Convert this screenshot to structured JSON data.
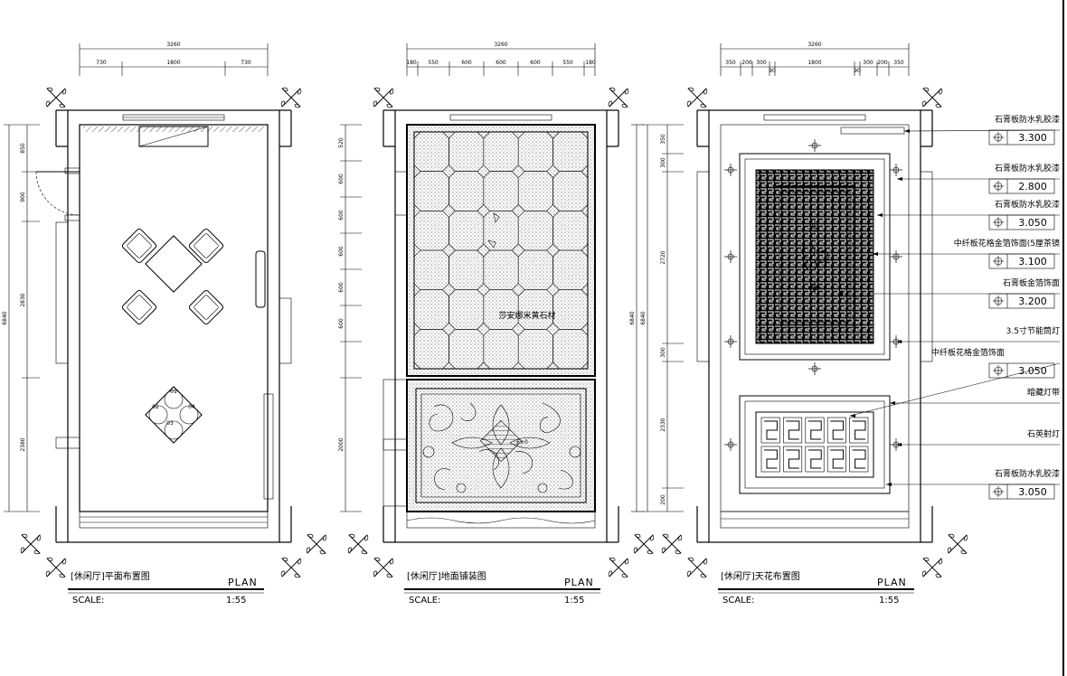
{
  "drawings": [
    {
      "title": "[休闲厅]平面布置图",
      "plan_label": "PLAN",
      "scale_label": "SCALE:",
      "scale_value": "1:55",
      "top_overall_dim": "3260",
      "top_sub_dims": [
        "730",
        "1800",
        "730"
      ],
      "left_dims": [
        "850",
        "900",
        "2830",
        "2380"
      ],
      "left_overall_dim": "6840",
      "table_numbers": [
        "01",
        "02",
        "03",
        "04"
      ]
    },
    {
      "title": "[休闲厅]地面铺装图",
      "plan_label": "PLAN",
      "scale_label": "SCALE:",
      "scale_value": "1:55",
      "top_overall_dim": "3260",
      "top_sub_dims": [
        "180",
        "550",
        "600",
        "600",
        "600",
        "550",
        "180"
      ],
      "left_dims": [
        "520",
        "600",
        "600",
        "600",
        "600",
        "600",
        "2000"
      ],
      "right_overall_dim": "6840",
      "floor_label": "莎安娜米黄石材",
      "medallion_label": "±±0"
    },
    {
      "title": "[休闲厅]天花布置图",
      "plan_label": "PLAN",
      "scale_label": "SCALE:",
      "scale_value": "1:55",
      "top_overall_dim": "3260",
      "top_sub_dims": [
        "350",
        "200",
        "300",
        "90",
        "1800",
        "90",
        "300",
        "200",
        "350"
      ],
      "left_dims": [
        "350",
        "300",
        "2720",
        "300",
        "2330",
        "200"
      ],
      "left_overall_dim": "6840"
    }
  ],
  "ceiling_notes": [
    {
      "text": "石膏板防水乳胶漆",
      "elevation": "3.300"
    },
    {
      "text": "石膏板防水乳胶漆",
      "elevation": "2.800"
    },
    {
      "text": "石膏板防水乳胶漆",
      "elevation": "3.050"
    },
    {
      "text": "中纤板花格金箔饰面(5厘茶镜",
      "elevation": "3.100"
    },
    {
      "text": "石膏板金箔饰面",
      "elevation": "3.200"
    },
    {
      "text": "3.5寸节能筒灯",
      "elevation": ""
    },
    {
      "text": "中纤板花格金箔饰面",
      "elevation": "3.050"
    },
    {
      "text": "暗藏灯带",
      "elevation": ""
    },
    {
      "text": "石英射灯",
      "elevation": ""
    },
    {
      "text": "石膏板防水乳胶漆",
      "elevation": "3.050"
    }
  ]
}
